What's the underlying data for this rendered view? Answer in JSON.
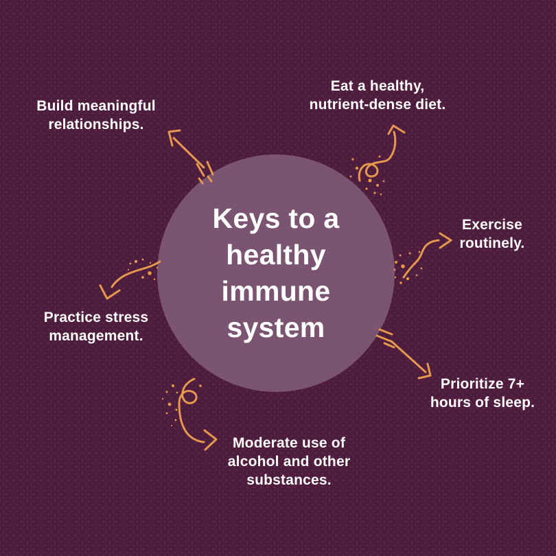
{
  "title": "Keys to a healthy immune system",
  "title_lines": [
    "Keys to a",
    "healthy",
    "immune",
    "system"
  ],
  "colors": {
    "background": "#4E1C3C",
    "circle": "#7B5472",
    "arrow": "#E5994E",
    "text": "#FFFFFF"
  },
  "items": [
    {
      "id": "relationships",
      "icon": "hand-drawn-arrow-up-left-icon",
      "text": "Build meaningful relationships.",
      "lines": [
        "Build meaningful",
        "relationships."
      ]
    },
    {
      "id": "diet",
      "icon": "hand-drawn-curly-arrow-up-icon",
      "text": "Eat a healthy, nutrient-dense diet.",
      "lines": [
        "Eat a healthy,",
        "nutrient-dense diet."
      ]
    },
    {
      "id": "exercise",
      "icon": "hand-drawn-wavy-arrow-right-icon",
      "text": "Exercise routinely.",
      "lines": [
        "Exercise",
        "routinely."
      ]
    },
    {
      "id": "sleep",
      "icon": "hand-drawn-arrow-down-right-icon",
      "text": "Prioritize 7+ hours of sleep.",
      "lines": [
        "Prioritize 7+",
        "hours of sleep."
      ]
    },
    {
      "id": "substances",
      "icon": "hand-drawn-loop-arrow-down-icon",
      "text": "Moderate use of alcohol and other substances.",
      "lines": [
        "Moderate use of",
        "alcohol and other",
        "substances."
      ]
    },
    {
      "id": "stress",
      "icon": "hand-drawn-wavy-arrow-left-icon",
      "text": "Practice stress management.",
      "lines": [
        "Practice stress",
        "management."
      ]
    }
  ]
}
